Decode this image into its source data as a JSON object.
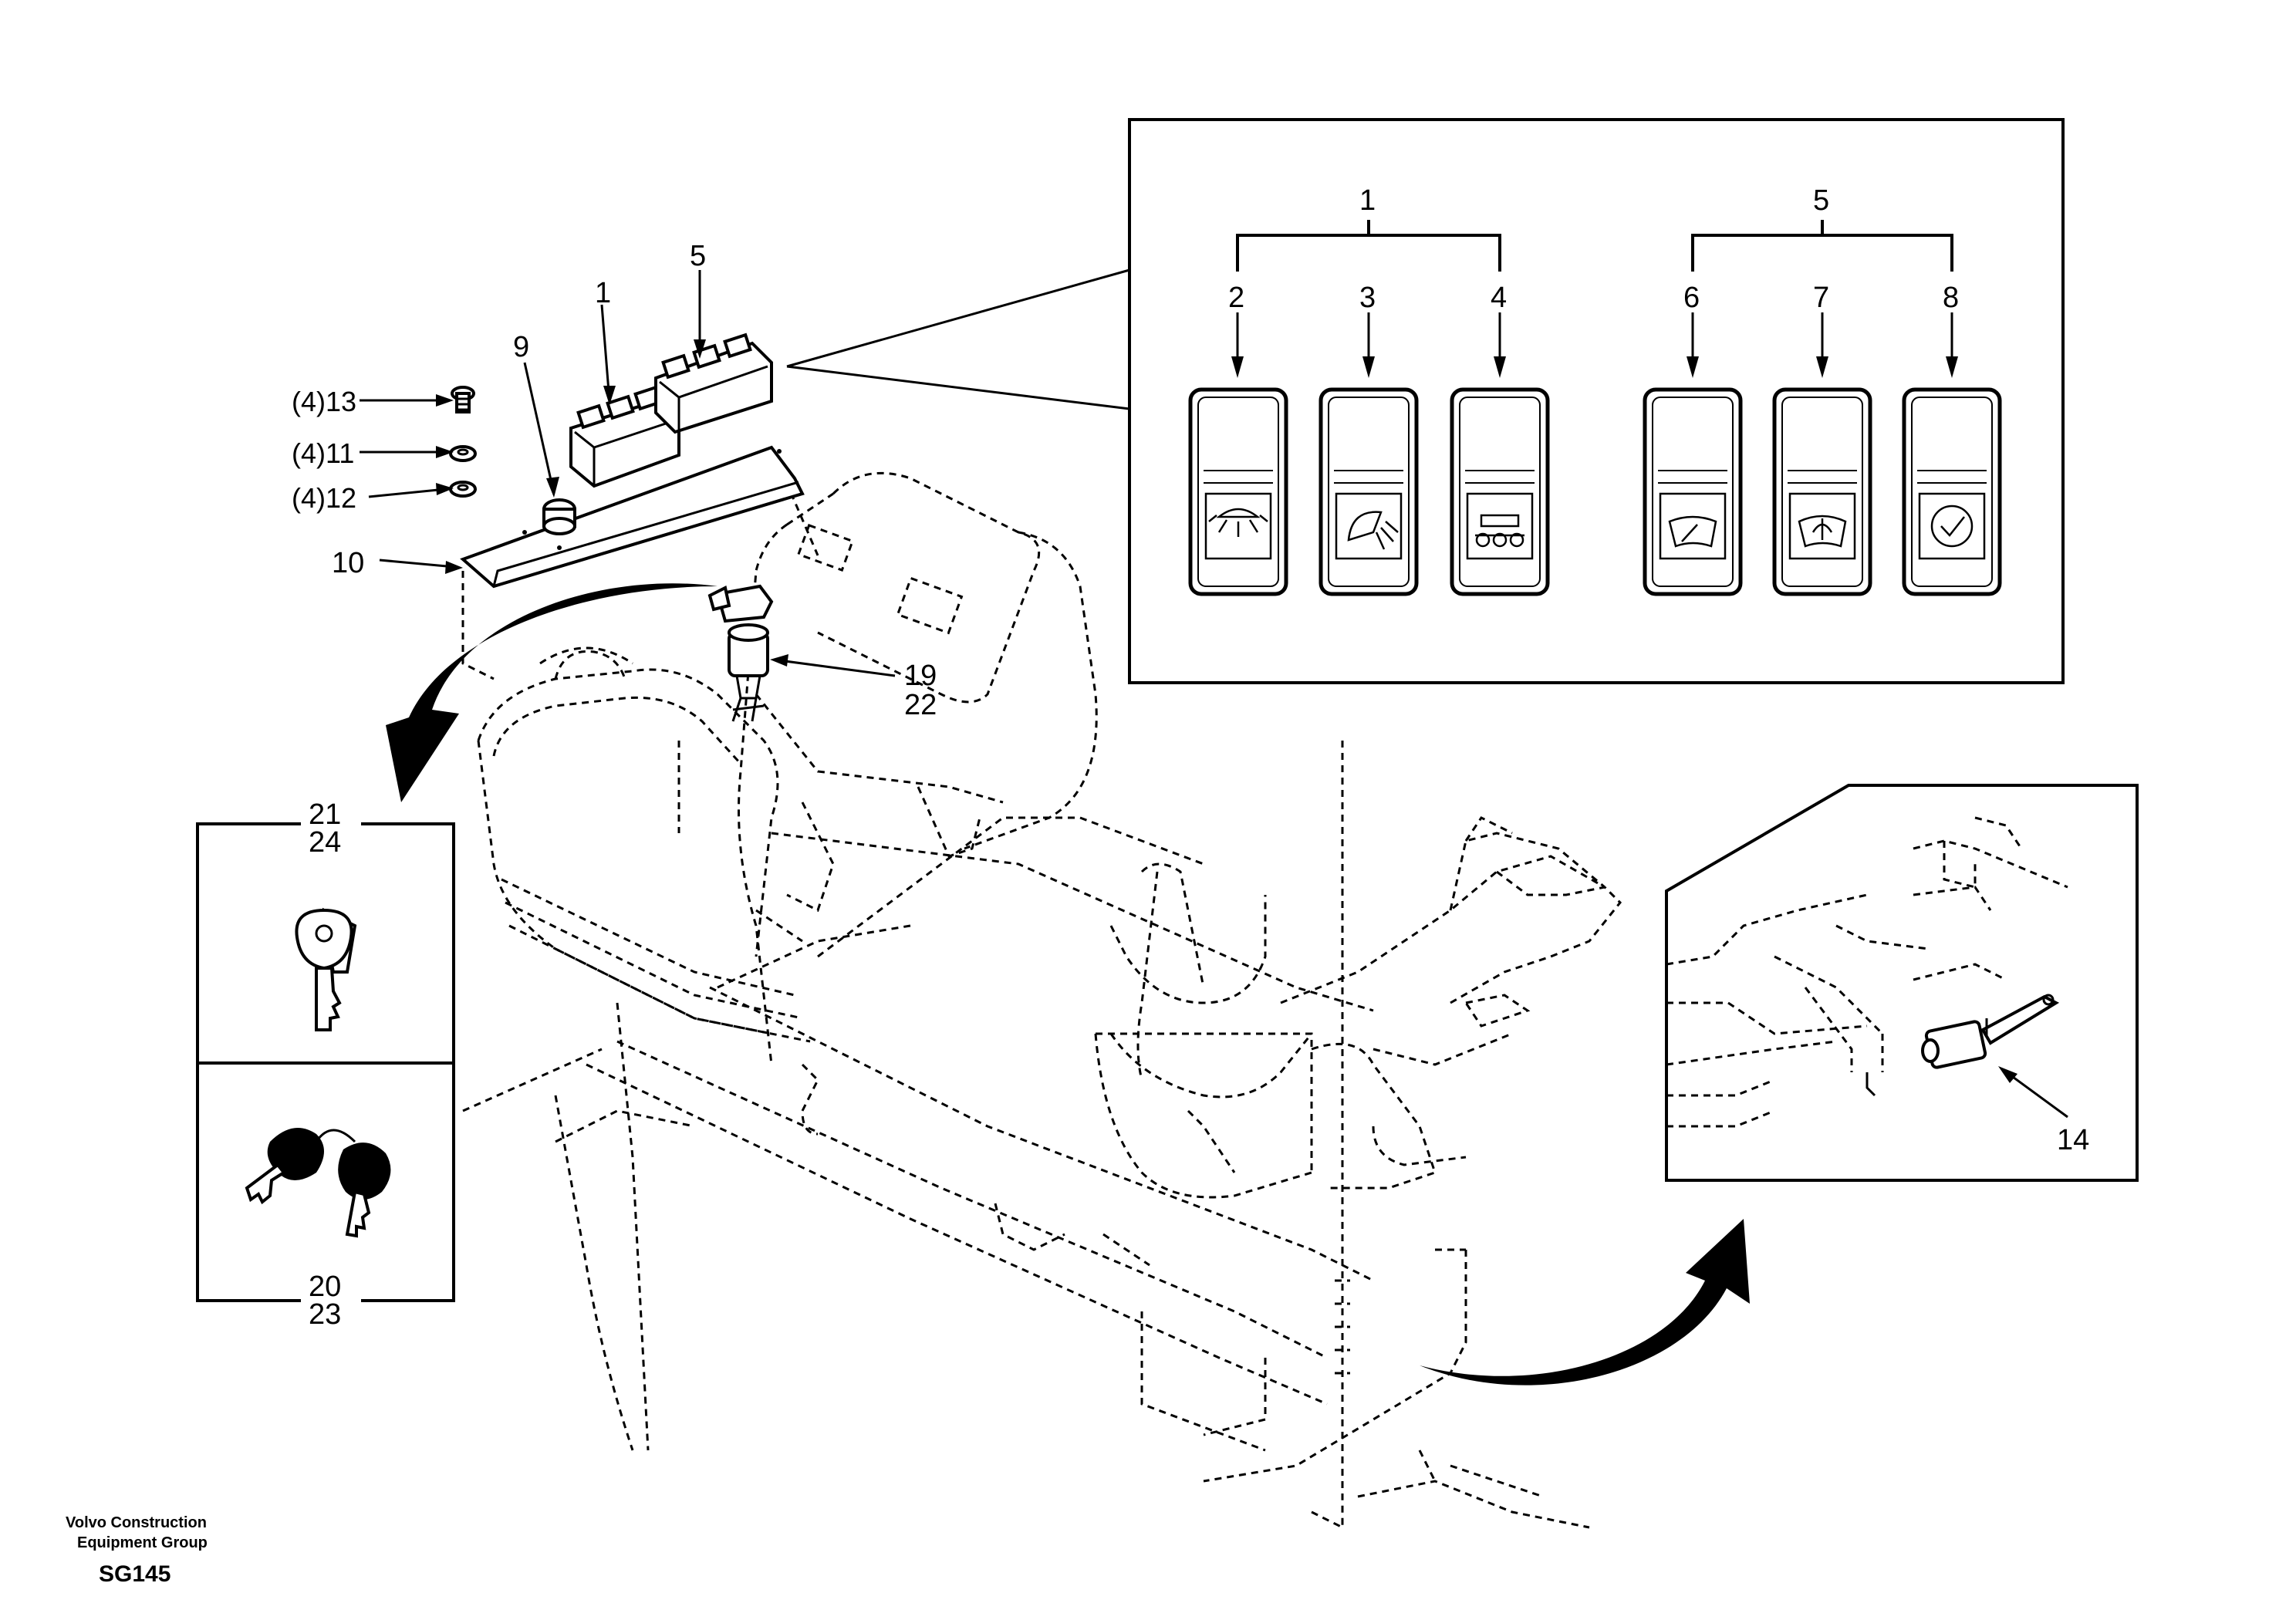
{
  "footer": {
    "company_line1": "Volvo Construction",
    "company_line2": "Equipment Group",
    "drawing_code": "SG145"
  },
  "callouts": {
    "main": {
      "n1": "1",
      "n5": "5",
      "n9": "9",
      "n10": "10",
      "n13": "(4)13",
      "n11": "(4)11",
      "n12": "(4)12",
      "n19": "19",
      "n22": "22"
    },
    "switch_detail": {
      "group_left": "1",
      "group_right": "5",
      "s2": "2",
      "s3": "3",
      "s4": "4",
      "s6": "6",
      "s7": "7",
      "s8": "8"
    },
    "key_detail": {
      "top_a": "21",
      "top_b": "24",
      "bottom_a": "20",
      "bottom_b": "23"
    },
    "sensor_detail": {
      "n14": "14"
    }
  },
  "switch_icons": [
    "work-light-icon",
    "lamp-icon",
    "travel-alarm-icon",
    "wiper-icon",
    "washer-icon",
    "check-icon"
  ]
}
